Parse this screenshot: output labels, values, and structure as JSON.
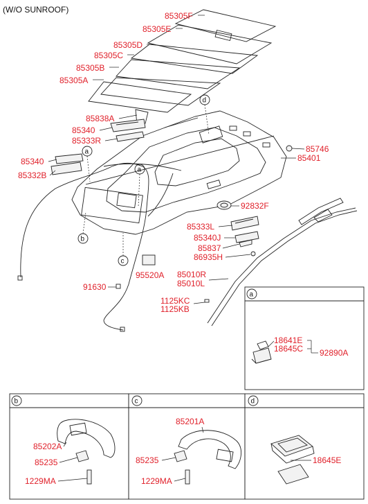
{
  "header": {
    "title": "(W/O SUNROOF)"
  },
  "labels": {
    "p85305F": "85305F",
    "p85305E": "85305E",
    "p85305D": "85305D",
    "p85305C": "85305C",
    "p85305B": "85305B",
    "p85305A": "85305A",
    "p85838A": "85838A",
    "p85340_top": "85340",
    "p85333R": "85333R",
    "p85340_left": "85340",
    "p85332B": "85332B",
    "p85746": "85746",
    "p85401": "85401",
    "p92832F": "92832F",
    "p85333L": "85333L",
    "p85340J": "85340J",
    "p85837": "85837",
    "p86935H": "86935H",
    "p95520A": "95520A",
    "p85010R": "85010R",
    "p85010L": "85010L",
    "p91630": "91630",
    "p1125KC": "1125KC",
    "p1125KB": "1125KB",
    "p18641E": "18641E",
    "p18645C": "18645C",
    "p92890A": "92890A",
    "p85202A": "85202A",
    "p85235_b": "85235",
    "p1229MA_b": "1229MA",
    "p85201A": "85201A",
    "p85235_c": "85235",
    "p1229MA_c": "1229MA",
    "p18645E": "18645E"
  },
  "callouts": {
    "a": "a",
    "b": "b",
    "c": "c",
    "d": "d"
  },
  "colors": {
    "label": "#e0202a",
    "line": "#222222",
    "background": "#ffffff"
  }
}
